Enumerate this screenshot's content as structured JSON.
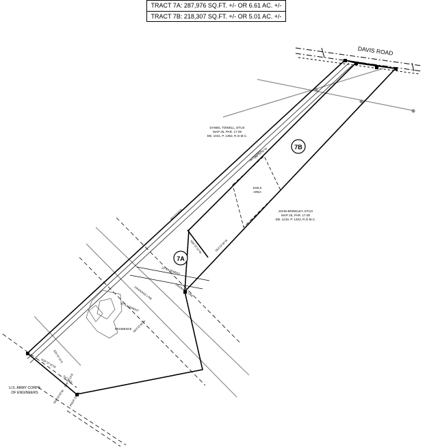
{
  "legend": {
    "tract_7a": "TRACT 7A: 287,976 SQ.FT. +/- OR 6.61 AC. +/-",
    "tract_7b": "TRACT 7B: 218,307 SQ.FT. +/- OR 5.01 AC. +/-"
  },
  "road": {
    "name": "DAVIS ROAD"
  },
  "tracts": {
    "label_7a": "7A",
    "label_7b": "7B"
  },
  "owners": {
    "north": {
      "name": "DANIEL TOWELL, ETUX",
      "map": "MAP 25, PAR. 17.09",
      "deed": "DB. 1041, P. 1352, R.O.M.C."
    },
    "south": {
      "name": "JOHN BRINKLEY, ETUX",
      "map": "MAP 25, PAR. 17.08",
      "deed": "DB. 1219, P. 1323, R.O.M.C."
    },
    "corps": {
      "line1": "U.S. ARMY CORPS",
      "line2": "OF ENGINEERS"
    }
  },
  "features": {
    "soils_area_line1": "SOILS",
    "soils_area_line2": "AREA",
    "residence": "RESIDENCE"
  },
  "bearings": {
    "nw_line": "N63°22'45\"E",
    "nw_line_lower": "N63°22'45\"E",
    "se_line": "S63°22'45\"W",
    "se_line_lower": "S63°22'45\"W",
    "divider_upper": "N26°37'15\"W",
    "divider_lower": "S63°22'45\"W",
    "easement": "20' EASEMENT",
    "easement_lower": "20' EASEMENT",
    "drainage_1": "DRAINAGE LINE",
    "drainage_2": "DRAINAGE LINE",
    "sw_1": "S26°37'15\"E",
    "sw_2": "N26°37'15\"W",
    "sw_3": "S47°10'E",
    "sw_4": "S26°37'15\"E",
    "sw_5": "S63°22'45\"W",
    "sw_6": "PROP. EASE."
  }
}
